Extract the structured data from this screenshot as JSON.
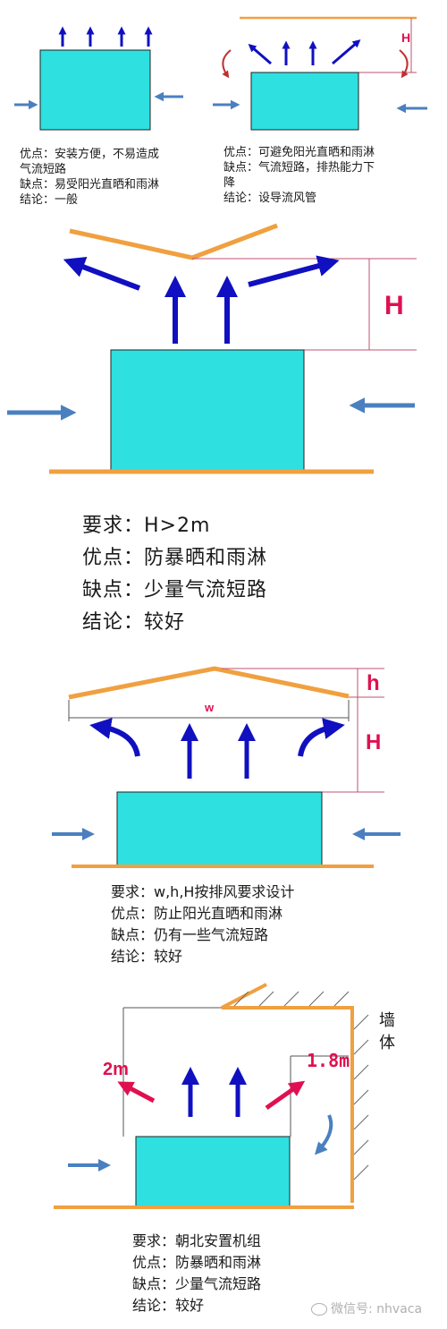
{
  "colors": {
    "unit": "#2ee0e0",
    "orange": "#f0a040",
    "blue_arrow": "#1010c0",
    "side_arrow": "#4a80c0",
    "label_red": "#e01050",
    "guide": "#c05070"
  },
  "panel1": {
    "lines": [
      "优点：安装方便，不易造成",
      "气流短路",
      "缺点：易受阳光直晒和雨淋",
      "结论：一般"
    ]
  },
  "panel2": {
    "lines": [
      "优点：可避免阳光直晒和雨淋",
      "缺点：气流短路，排热能力下",
      "降",
      "结论：设导流风管"
    ],
    "h_label": "H"
  },
  "panel3": {
    "h_label": "H",
    "lines": [
      "要求：H>2m",
      "优点：防暴晒和雨淋",
      "缺点：少量气流短路",
      "结论：较好"
    ]
  },
  "panel4": {
    "w_label": "w",
    "h_small": "h",
    "h_label": "H",
    "lines": [
      "要求：w,h,H按排风要求设计",
      "优点：防止阳光直晒和雨淋",
      "缺点：仍有一些气流短路",
      "结论：较好"
    ]
  },
  "panel5": {
    "left_label": "2m",
    "right_label": "1.8m",
    "wall_label_1": "墙",
    "wall_label_2": "体",
    "lines": [
      "要求：朝北安置机组",
      "优点：防暴晒和雨淋",
      "缺点：少量气流短路",
      "结论：较好"
    ]
  },
  "watermark": "微信号: nhvaca"
}
